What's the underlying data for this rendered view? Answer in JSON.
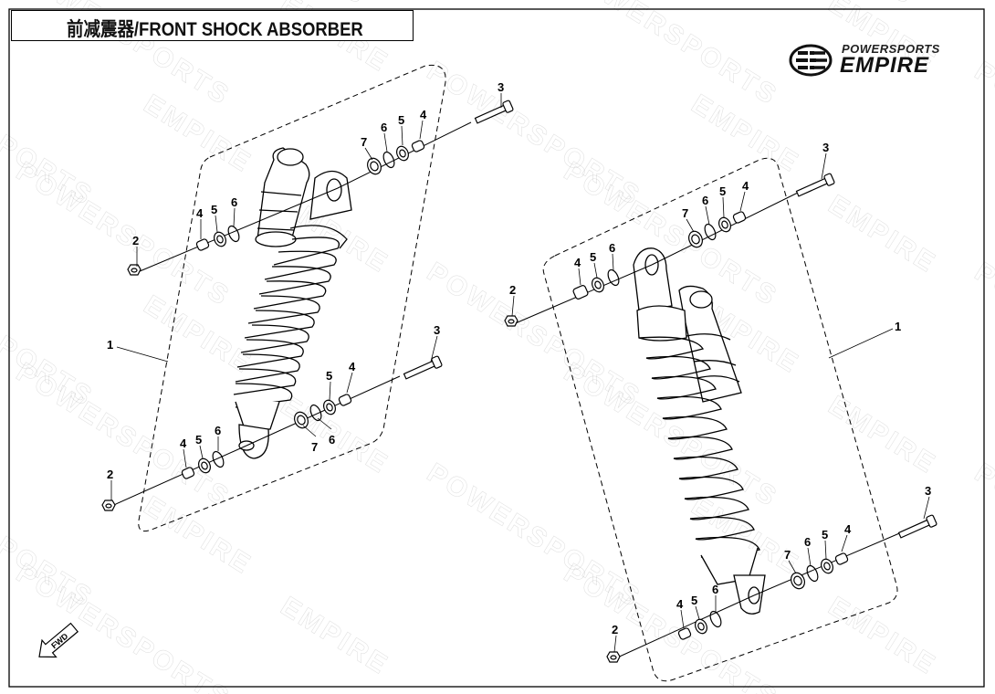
{
  "title": "前减震器/FRONT SHOCK ABSORBER",
  "logo": {
    "line1": "POWERSPORTS",
    "line2": "EMPIRE"
  },
  "watermark": {
    "words": [
      "POWERSPORTS",
      "EMPIRE",
      "POWERSPORTS",
      "EMPIRE",
      "POWERSPORTS",
      "EMPIRE",
      "POWERSPORTS",
      "EMPIRE",
      "POWERSPORTS",
      "EMPIRE",
      "POWERSPORTS",
      "EMPIRE",
      "POWERSPORTS",
      "EMPIRE",
      "POWERSPORTS",
      "EMPIRE",
      "POWERSPORTS",
      "EMPIRE",
      "POWERSPORTS",
      "EMPIRE",
      "POWERSPORTS",
      "EMPIRE",
      "POWERSPORTS",
      "EMPIRE"
    ]
  },
  "fwd_label": "FWD",
  "part_numbers": {
    "p1": "1",
    "p2": "2",
    "p3": "3",
    "p4": "4",
    "p5": "5",
    "p6": "6",
    "p7": "7"
  }
}
